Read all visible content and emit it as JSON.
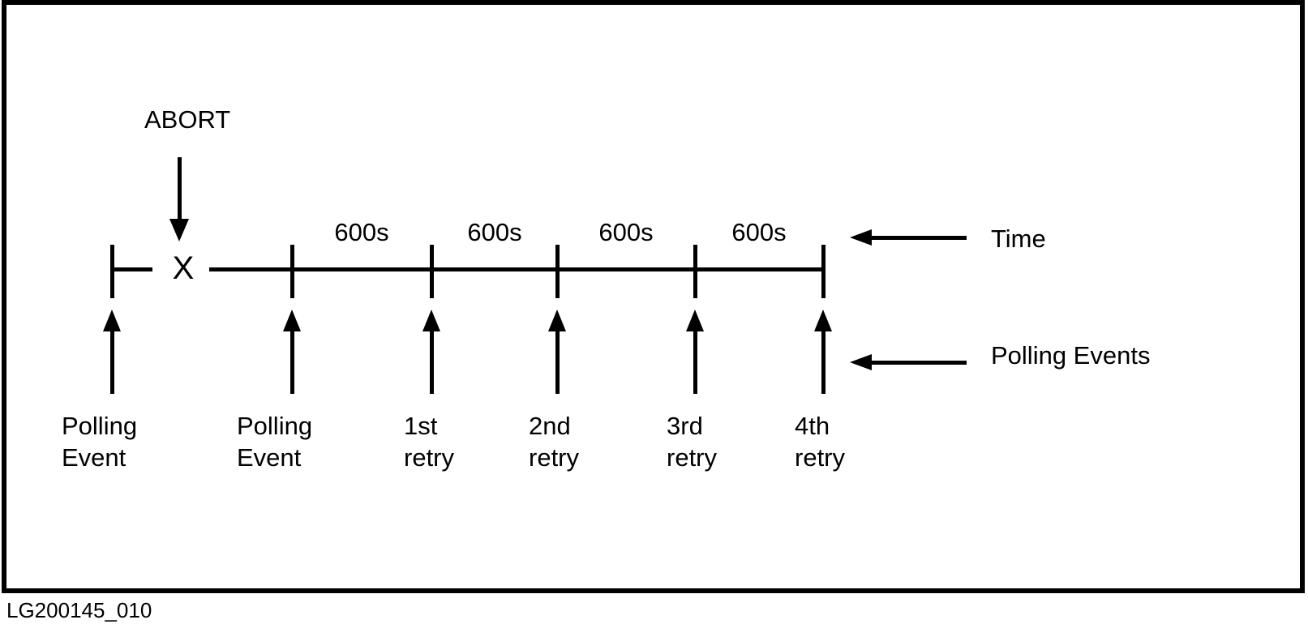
{
  "diagram": {
    "caption": "LG200145_010",
    "abort": {
      "label": "ABORT"
    },
    "timeline": {
      "break_symbol": "X"
    },
    "intervals": [
      "600s",
      "600s",
      "600s",
      "600s"
    ],
    "events": [
      {
        "line1": "Polling",
        "line2": "Event"
      },
      {
        "line1": "Polling",
        "line2": "Event"
      },
      {
        "line1": "1st",
        "line2": "retry"
      },
      {
        "line1": "2nd",
        "line2": "retry"
      },
      {
        "line1": "3rd",
        "line2": "retry"
      },
      {
        "line1": "4th",
        "line2": "retry"
      }
    ],
    "legend": {
      "time": "Time",
      "polling_events": "Polling Events"
    },
    "colors": {
      "ink": "#000000",
      "background": "#ffffff"
    }
  }
}
